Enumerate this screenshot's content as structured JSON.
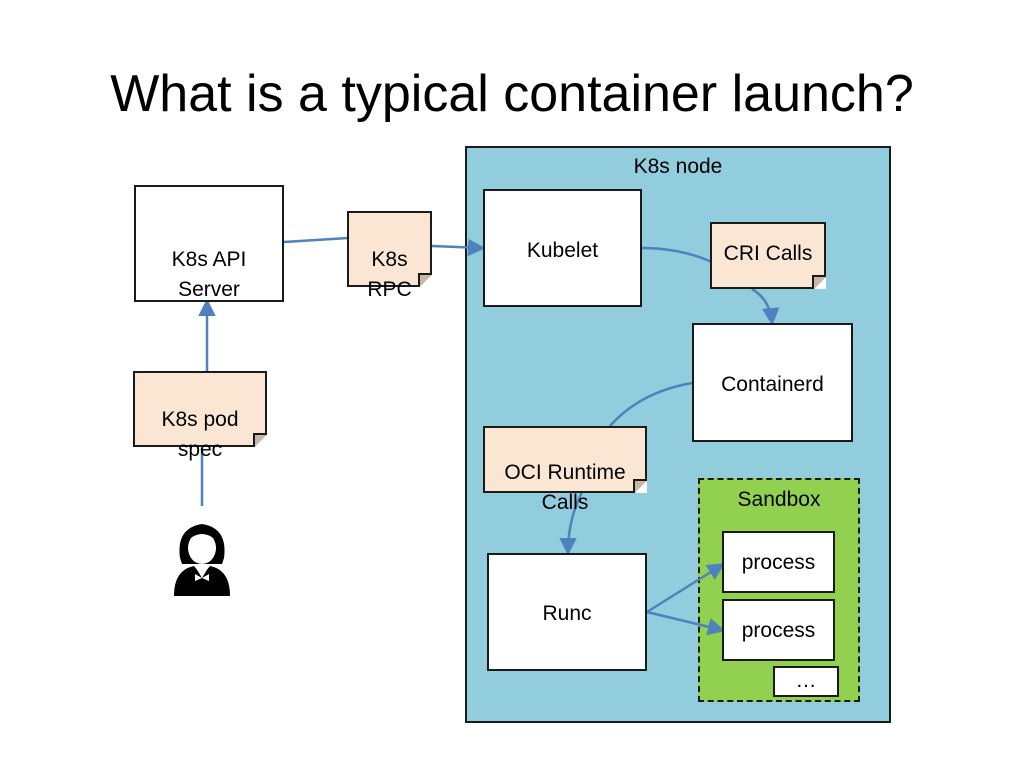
{
  "title": "What is a typical container launch?",
  "colors": {
    "node_fill": "#92cddd",
    "sandbox_fill": "#92d050",
    "note_fill": "#fbe6d4",
    "arrow": "#4f81bd"
  },
  "node": {
    "label": "K8s node"
  },
  "boxes": {
    "api_server": "K8s API\nServer",
    "kubelet": "Kubelet",
    "containerd": "Containerd",
    "runc": "Runc"
  },
  "notes": {
    "k8s_rpc": "K8s\nRPC",
    "pod_spec": "K8s pod\nspec",
    "cri_calls": "CRI Calls",
    "oci_calls": "OCI Runtime\nCalls"
  },
  "sandbox": {
    "label": "Sandbox",
    "process_1": "process",
    "process_2": "process",
    "more": "…"
  },
  "user": {
    "icon": "user-icon"
  }
}
